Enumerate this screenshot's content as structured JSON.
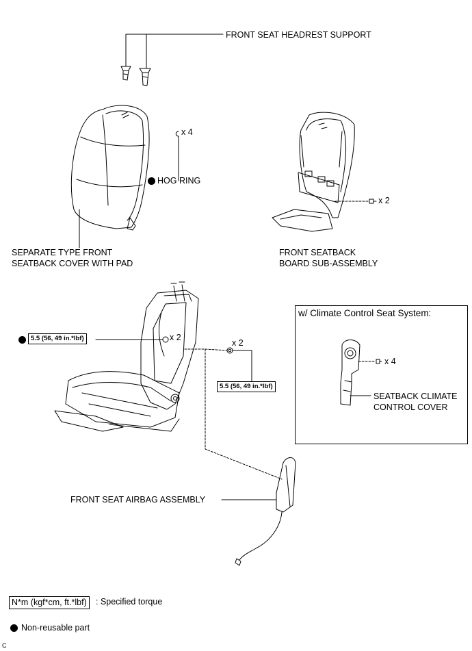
{
  "labels": {
    "headrest_support": "FRONT SEAT HEADREST SUPPORT",
    "hog_ring": "HOG RING",
    "hog_ring_qty": "x 4",
    "seatback_cover_line1": "SEPARATE TYPE FRONT",
    "seatback_cover_line2": "SEATBACK COVER WITH PAD",
    "board_line1": "FRONT SEATBACK",
    "board_line2": "BOARD SUB-ASSEMBLY",
    "board_qty": "x 2",
    "frame_bolt_qty": "x 2",
    "nut_qty": "x 2",
    "airbag": "FRONT SEAT AIRBAG ASSEMBLY",
    "footer_code": "C"
  },
  "torques": {
    "left": "5.5 (56, 49 in.*lbf)",
    "right": "5.5 (56, 49 in.*lbf)"
  },
  "climate": {
    "title": "w/ Climate Control Seat System:",
    "qty": "x 4",
    "cover_line1": "SEATBACK CLIMATE",
    "cover_line2": "CONTROL COVER"
  },
  "legend": {
    "torque_units": "N*m (kgf*cm, ft.*lbf)",
    "torque_text": ": Specified torque",
    "nonreusable_text": "Non-reusable part"
  }
}
